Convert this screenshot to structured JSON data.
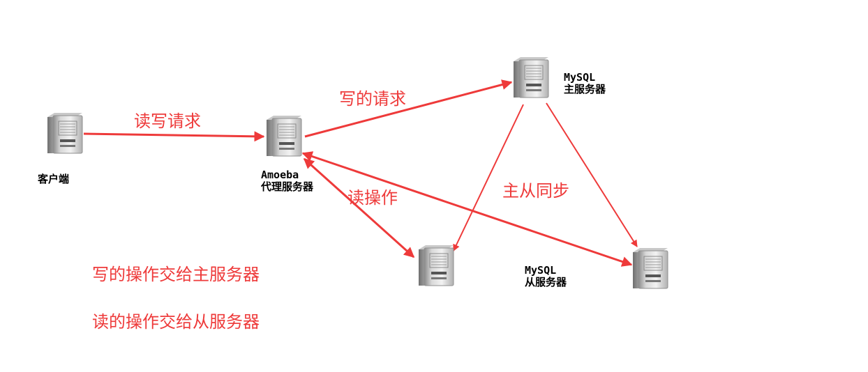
{
  "nodes": {
    "client": {
      "label": "客户端"
    },
    "proxy": {
      "line1": "Amoeba",
      "line2": "代理服务器"
    },
    "master": {
      "line1": "MySQL",
      "line2": "主服务器"
    },
    "slave": {
      "line1": "MySQL",
      "line2": "从服务器"
    }
  },
  "edges": {
    "rw_request": "读写请求",
    "write_request": "写的请求",
    "read_op": "读操作",
    "master_slave_sync": "主从同步"
  },
  "notes": {
    "write_note": "写的操作交给主服务器",
    "read_note": "读的操作交给从服务器"
  },
  "colors": {
    "arrow": "#ee3a3a",
    "text_red": "#ee3a3a"
  },
  "icons": {
    "server": "server-tower-icon"
  }
}
